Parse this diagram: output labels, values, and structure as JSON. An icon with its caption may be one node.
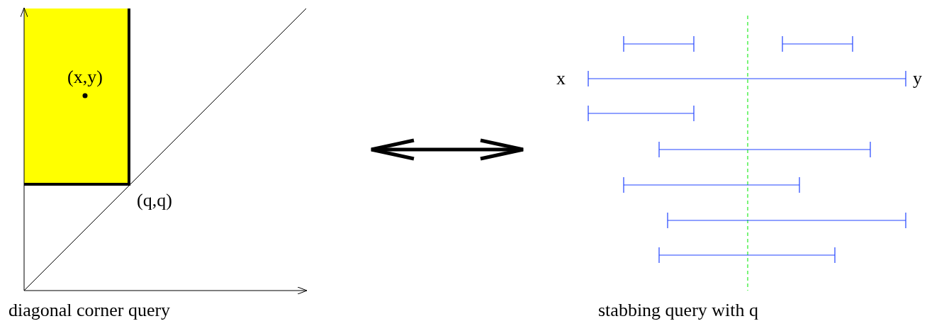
{
  "diagram": {
    "nodes": [
      {
        "text": [
          "diagonal corner query"
        ]
      },
      {
        "text": [
          "stabbing query with q"
        ]
      }
    ],
    "edges": [
      {
        "from": 0,
        "to": 1,
        "arrow": "both"
      }
    ],
    "labels": [
      "(x,y)",
      "(q,q)",
      "x",
      "y"
    ]
  }
}
